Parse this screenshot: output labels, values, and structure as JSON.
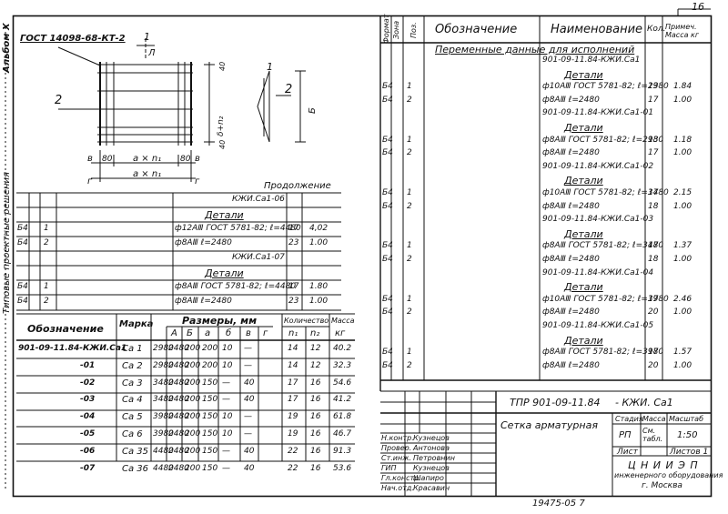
{
  "sheet_no": "16",
  "left_margin": {
    "album": "Альбом X",
    "series_title": "Типовые проектные решения"
  },
  "drawing": {
    "standard_ref": "ГОСТ 14098-68-КТ-2",
    "section_mark": "1",
    "section_letter": "Л",
    "label_2a": "2",
    "label_2b": "2",
    "dim_right": "δ+n₂",
    "dim_right_letter": "Б",
    "dim_40_top": "40",
    "dim_40_bottom": "40",
    "dim_80_left": "80",
    "dim_80_right": "80",
    "dim_v": "в",
    "dim_v2": "в",
    "dim_g": "г",
    "dim_g2": "г",
    "dim_axn1": "a × n₁",
    "dim_axn1_2": "a × n₁",
    "view_label_1": "1",
    "view_label_2": "2",
    "view_letter": "Б"
  },
  "continuation": {
    "title": "Продолжение",
    "rows": [
      {
        "fmt": "",
        "pos": "",
        "name": "",
        "desc": "КЖИ.Са1-06",
        "qty": "",
        "mass": ""
      },
      {
        "fmt": "",
        "pos": "",
        "name": "",
        "desc": "Детали",
        "qty": "",
        "mass": ""
      },
      {
        "fmt": "Б4",
        "pos": "1",
        "name": "",
        "desc": "ф12АⅢ ГОСТ 5781-82; ℓ=4480",
        "qty": "17",
        "mass": "4,02"
      },
      {
        "fmt": "Б4",
        "pos": "2",
        "name": "",
        "desc": "ф8АⅢ          ℓ=2480",
        "qty": "23",
        "mass": "1.00"
      },
      {
        "fmt": "",
        "pos": "",
        "name": "",
        "desc": "КЖИ.Са1-07",
        "qty": "",
        "mass": ""
      },
      {
        "fmt": "",
        "pos": "",
        "name": "",
        "desc": "Детали",
        "qty": "",
        "mass": ""
      },
      {
        "fmt": "Б4",
        "pos": "1",
        "name": "",
        "desc": "ф8АⅢ ГОСТ 5781-82; ℓ=4480",
        "qty": "17",
        "mass": "1.80"
      },
      {
        "fmt": "Б4",
        "pos": "2",
        "name": "",
        "desc": "ф8АⅢ          ℓ=2480",
        "qty": "23",
        "mass": "1.00"
      }
    ]
  },
  "dims_table": {
    "h_designation": "Обозначение",
    "h_mark": "Марка",
    "h_sizes": "Размеры, мм",
    "h_qty": "Количество",
    "h_mass": "Масса",
    "sub": [
      "А",
      "Б",
      "а",
      "б",
      "в",
      "г",
      "n₁",
      "n₂",
      "кг"
    ],
    "rows": [
      {
        "des": "901-09-11.84-КЖИ.Са1",
        "mark": "Са 1",
        "A": "2980",
        "B": "2480",
        "a": "200",
        "b": "200",
        "v": "10",
        "g": "—",
        "n1": "14",
        "n2": "12",
        "m": "40.2"
      },
      {
        "des": "-01",
        "mark": "Са 2",
        "A": "2980",
        "B": "2480",
        "a": "200",
        "b": "200",
        "v": "10",
        "g": "—",
        "n1": "14",
        "n2": "12",
        "m": "32.3"
      },
      {
        "des": "-02",
        "mark": "Са 3",
        "A": "3480",
        "B": "2480",
        "a": "200",
        "b": "150",
        "v": "—",
        "g": "40",
        "n1": "17",
        "n2": "16",
        "m": "54.6"
      },
      {
        "des": "-03",
        "mark": "Са 4",
        "A": "3480",
        "B": "2480",
        "a": "200",
        "b": "150",
        "v": "—",
        "g": "40",
        "n1": "17",
        "n2": "16",
        "m": "41.2"
      },
      {
        "des": "-04",
        "mark": "Са 5",
        "A": "3980",
        "B": "2480",
        "a": "200",
        "b": "150",
        "v": "10",
        "g": "—",
        "n1": "19",
        "n2": "16",
        "m": "61.8"
      },
      {
        "des": "-05",
        "mark": "Са 6",
        "A": "3980",
        "B": "2480",
        "a": "200",
        "b": "150",
        "v": "10",
        "g": "—",
        "n1": "19",
        "n2": "16",
        "m": "46.7"
      },
      {
        "des": "-06",
        "mark": "Са 35",
        "A": "4480",
        "B": "2480",
        "a": "200",
        "b": "150",
        "v": "—",
        "g": "40",
        "n1": "22",
        "n2": "16",
        "m": "91.3"
      },
      {
        "des": "-07",
        "mark": "Са 36",
        "A": "4480",
        "B": "2480",
        "a": "200",
        "b": "150",
        "v": "—",
        "g": "40",
        "n1": "22",
        "n2": "16",
        "m": "53.6"
      }
    ]
  },
  "spec": {
    "h_fmt": "Формат",
    "h_zone": "Зона",
    "h_pos": "Поз.",
    "h_designation": "Обозначение",
    "h_name": "Наименование",
    "h_qty": "Кол.",
    "h_note": "Примеч. Масса кг",
    "variable_title": "Переменные данные для исполнений",
    "rows": [
      {
        "fmt": "",
        "pos": "",
        "name": "901-09-11.84-КЖИ.Са1",
        "qty": "",
        "mass": ""
      },
      {
        "fmt": "",
        "pos": "",
        "name": "Детали",
        "qty": "",
        "mass": ""
      },
      {
        "fmt": "Б4",
        "pos": "1",
        "name": "ф10АⅢ ГОСТ 5781-82; ℓ=2980",
        "qty": "13",
        "mass": "1.84"
      },
      {
        "fmt": "Б4",
        "pos": "2",
        "name": "ф8АⅢ          ℓ=2480",
        "qty": "17",
        "mass": "1.00"
      },
      {
        "fmt": "",
        "pos": "",
        "name": "901-09-11.84-КЖИ.Са1-01",
        "qty": "",
        "mass": ""
      },
      {
        "fmt": "",
        "pos": "",
        "name": "Детали",
        "qty": "",
        "mass": ""
      },
      {
        "fmt": "Б4",
        "pos": "1",
        "name": "ф8АⅢ ГОСТ 5781-82; ℓ=2980",
        "qty": "13",
        "mass": "1.18"
      },
      {
        "fmt": "Б4",
        "pos": "2",
        "name": "ф8АⅢ          ℓ=2480",
        "qty": "17",
        "mass": "1.00"
      },
      {
        "fmt": "",
        "pos": "",
        "name": "901-09-11.84-КЖИ.Са1-02",
        "qty": "",
        "mass": ""
      },
      {
        "fmt": "",
        "pos": "",
        "name": "Детали",
        "qty": "",
        "mass": ""
      },
      {
        "fmt": "Б4",
        "pos": "1",
        "name": "ф10АⅢ ГОСТ 5781-82; ℓ=3480",
        "qty": "17",
        "mass": "2.15"
      },
      {
        "fmt": "Б4",
        "pos": "2",
        "name": "ф8АⅢ          ℓ=2480",
        "qty": "18",
        "mass": "1.00"
      },
      {
        "fmt": "",
        "pos": "",
        "name": "901-09-11.84-КЖИ.Са1-03",
        "qty": "",
        "mass": ""
      },
      {
        "fmt": "",
        "pos": "",
        "name": "Детали",
        "qty": "",
        "mass": ""
      },
      {
        "fmt": "Б4",
        "pos": "1",
        "name": "ф8АⅢ ГОСТ 5781-82; ℓ=3480",
        "qty": "17",
        "mass": "1.37"
      },
      {
        "fmt": "Б4",
        "pos": "2",
        "name": "ф8АⅢ          ℓ=2480",
        "qty": "18",
        "mass": "1.00"
      },
      {
        "fmt": "",
        "pos": "",
        "name": "901-09-11.84-КЖИ.Са1-04",
        "qty": "",
        "mass": ""
      },
      {
        "fmt": "",
        "pos": "",
        "name": "Детали",
        "qty": "",
        "mass": ""
      },
      {
        "fmt": "Б4",
        "pos": "1",
        "name": "ф10АⅢ ГОСТ 5781-82; ℓ=3980",
        "qty": "17",
        "mass": "2.46"
      },
      {
        "fmt": "Б4",
        "pos": "2",
        "name": "ф8АⅢ          ℓ=2480",
        "qty": "20",
        "mass": "1.00"
      },
      {
        "fmt": "",
        "pos": "",
        "name": "901-09-11.84-КЖИ.Са1-05",
        "qty": "",
        "mass": ""
      },
      {
        "fmt": "",
        "pos": "",
        "name": "Детали",
        "qty": "",
        "mass": ""
      },
      {
        "fmt": "Б4",
        "pos": "1",
        "name": "ф8АⅢ ГОСТ 5781-82; ℓ=3980",
        "qty": "17",
        "mass": "1.57"
      },
      {
        "fmt": "Б4",
        "pos": "2",
        "name": "ф8АⅢ          ℓ=2480",
        "qty": "20",
        "mass": "1.00"
      }
    ]
  },
  "title_block": {
    "doc_number": "ТПР 901-09-11.84",
    "doc_suffix": "- КЖИ. Са1",
    "title": "Сетка арматурная",
    "h_stage": "Стадия",
    "h_mass": "Масса",
    "h_scale": "Масштаб",
    "stage": "РП",
    "mass": "См. табл.",
    "scale": "1:50",
    "sheet_label": "Лист",
    "sheets_label": "Листов 1",
    "org_line1": "Ц Н И И Э П",
    "org_line2": "инженерного оборудования",
    "org_line3": "г. Москва",
    "signers": [
      {
        "role": "Н.контр.",
        "name": "Кузнецов"
      },
      {
        "role": "Провер.",
        "name": "Антонова"
      },
      {
        "role": "Ст.инж.",
        "name": "Петровнин"
      },
      {
        "role": "ГИП",
        "name": "Кузнецов"
      },
      {
        "role": "Гл.констр.",
        "name": "Шапиро"
      },
      {
        "role": "Нач.отд.",
        "name": "Красавин"
      }
    ]
  },
  "footer_code": "19475-05    7"
}
